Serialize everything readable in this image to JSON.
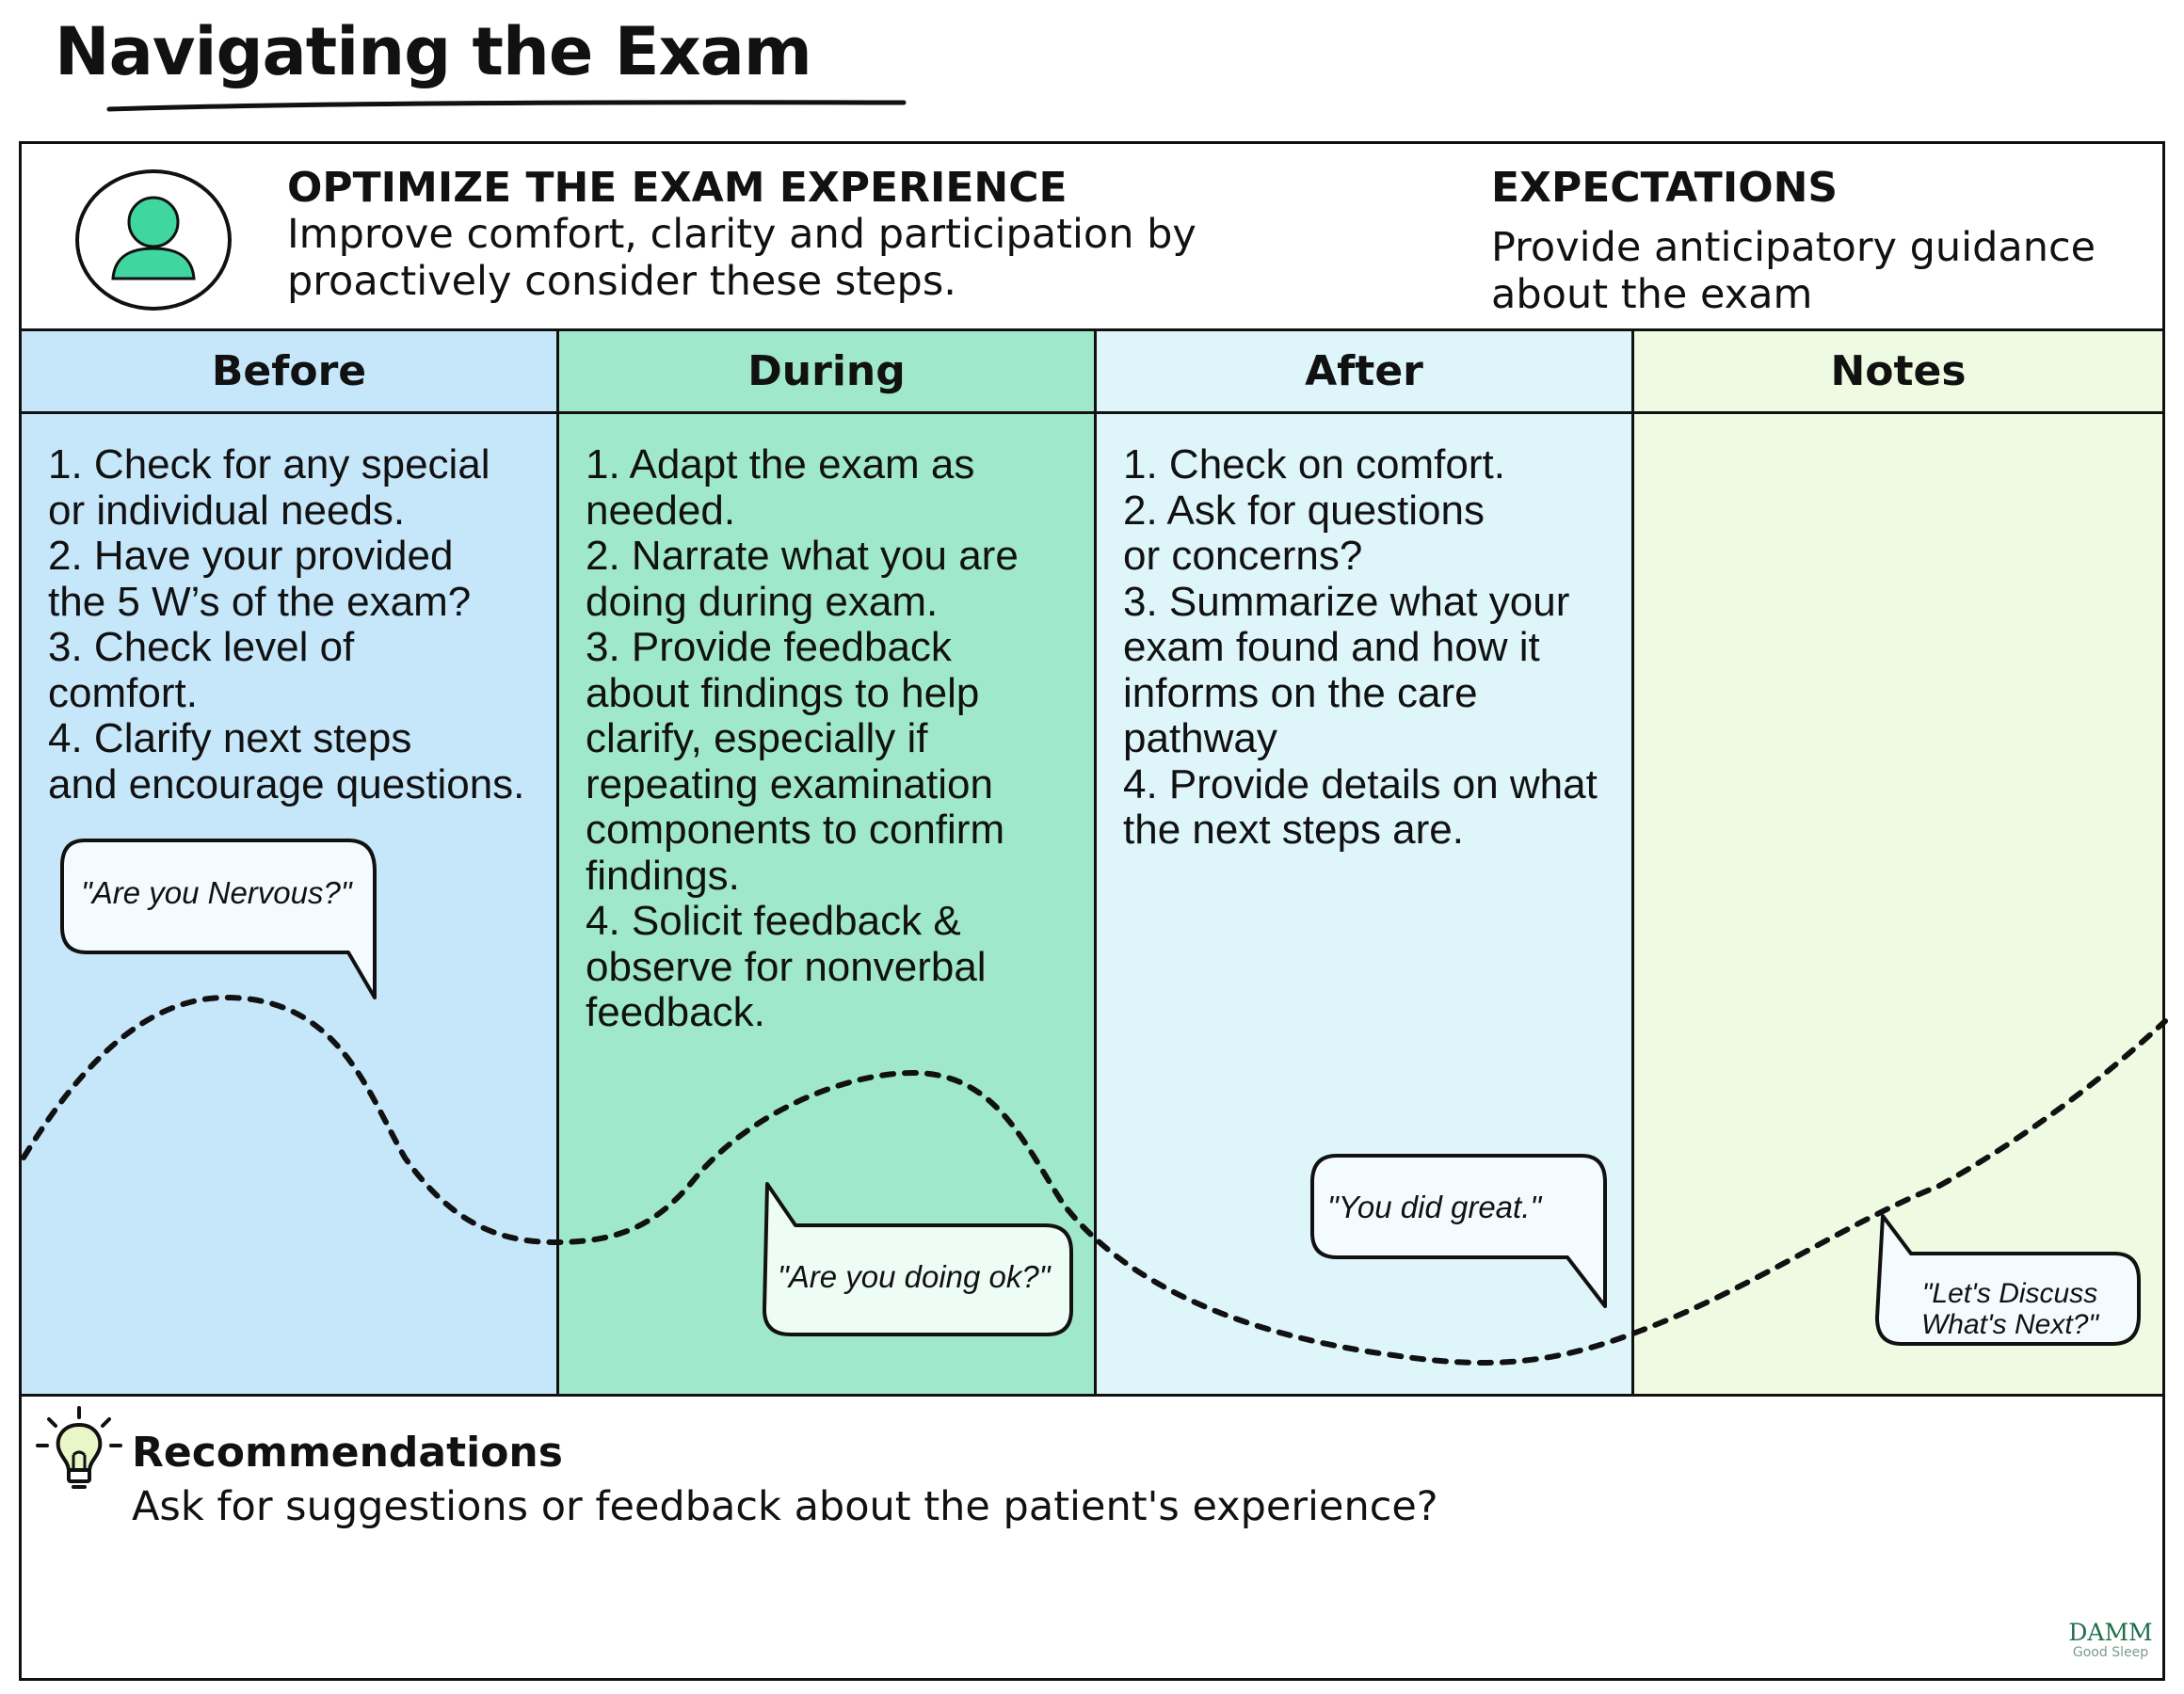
{
  "title": "Navigating the Exam",
  "header": {
    "optimize_heading": "OPTIMIZE THE EXAM EXPERIENCE",
    "optimize_text": "Improve comfort, clarity and participation by proactively consider these steps.",
    "expectations_heading": "EXPECTATIONS",
    "expectations_text": "Provide anticipatory guidance about the exam"
  },
  "columns": [
    {
      "heading": "Before",
      "lines": [
        "1. Check for any special",
        "or individual needs.",
        "2. Have your provided",
        "the 5 W’s of the exam?",
        "3. Check level of",
        "comfort.",
        "4. Clarify next steps",
        "and encourage questions."
      ],
      "bubble": "\"Are you Nervous?\""
    },
    {
      "heading": "During",
      "lines": [
        "1.  Adapt the exam as",
        "needed.",
        "2. Narrate what you are",
        "doing during exam.",
        "3. Provide feedback",
        "about findings to help",
        "clarify, especially if",
        "repeating examination",
        "components to confirm",
        "findings.",
        "4. Solicit feedback &",
        "observe for nonverbal",
        "feedback."
      ],
      "bubble": "\"Are you doing ok?\""
    },
    {
      "heading": "After",
      "lines": [
        "1.  Check on comfort.",
        "2. Ask for questions",
        "or concerns?",
        "3. Summarize what your",
        "exam found and how it",
        "informs on the care",
        "pathway",
        "4. Provide details on what",
        "the next steps are."
      ],
      "bubble": "\"You did great.\""
    },
    {
      "heading": "Notes",
      "lines": [],
      "bubble_lines": [
        "\"Let's Discuss",
        "What's Next?\""
      ]
    }
  ],
  "recommendations": {
    "heading": "Recommendations",
    "text": "Ask for suggestions or feedback about the patient's experience?"
  },
  "logo": {
    "main": "DAMM",
    "sub": "Good Sleep"
  },
  "colors": {
    "before": "#c6e6fa",
    "during": "#9fe8cc",
    "after": "#def5fa",
    "notes": "#eefbe2",
    "avatar": "#3fd6a0",
    "bubble_fill": "#f4fbff",
    "bulb": "#e8f6c8"
  },
  "icons": [
    "person-avatar-icon",
    "lightbulb-icon"
  ]
}
